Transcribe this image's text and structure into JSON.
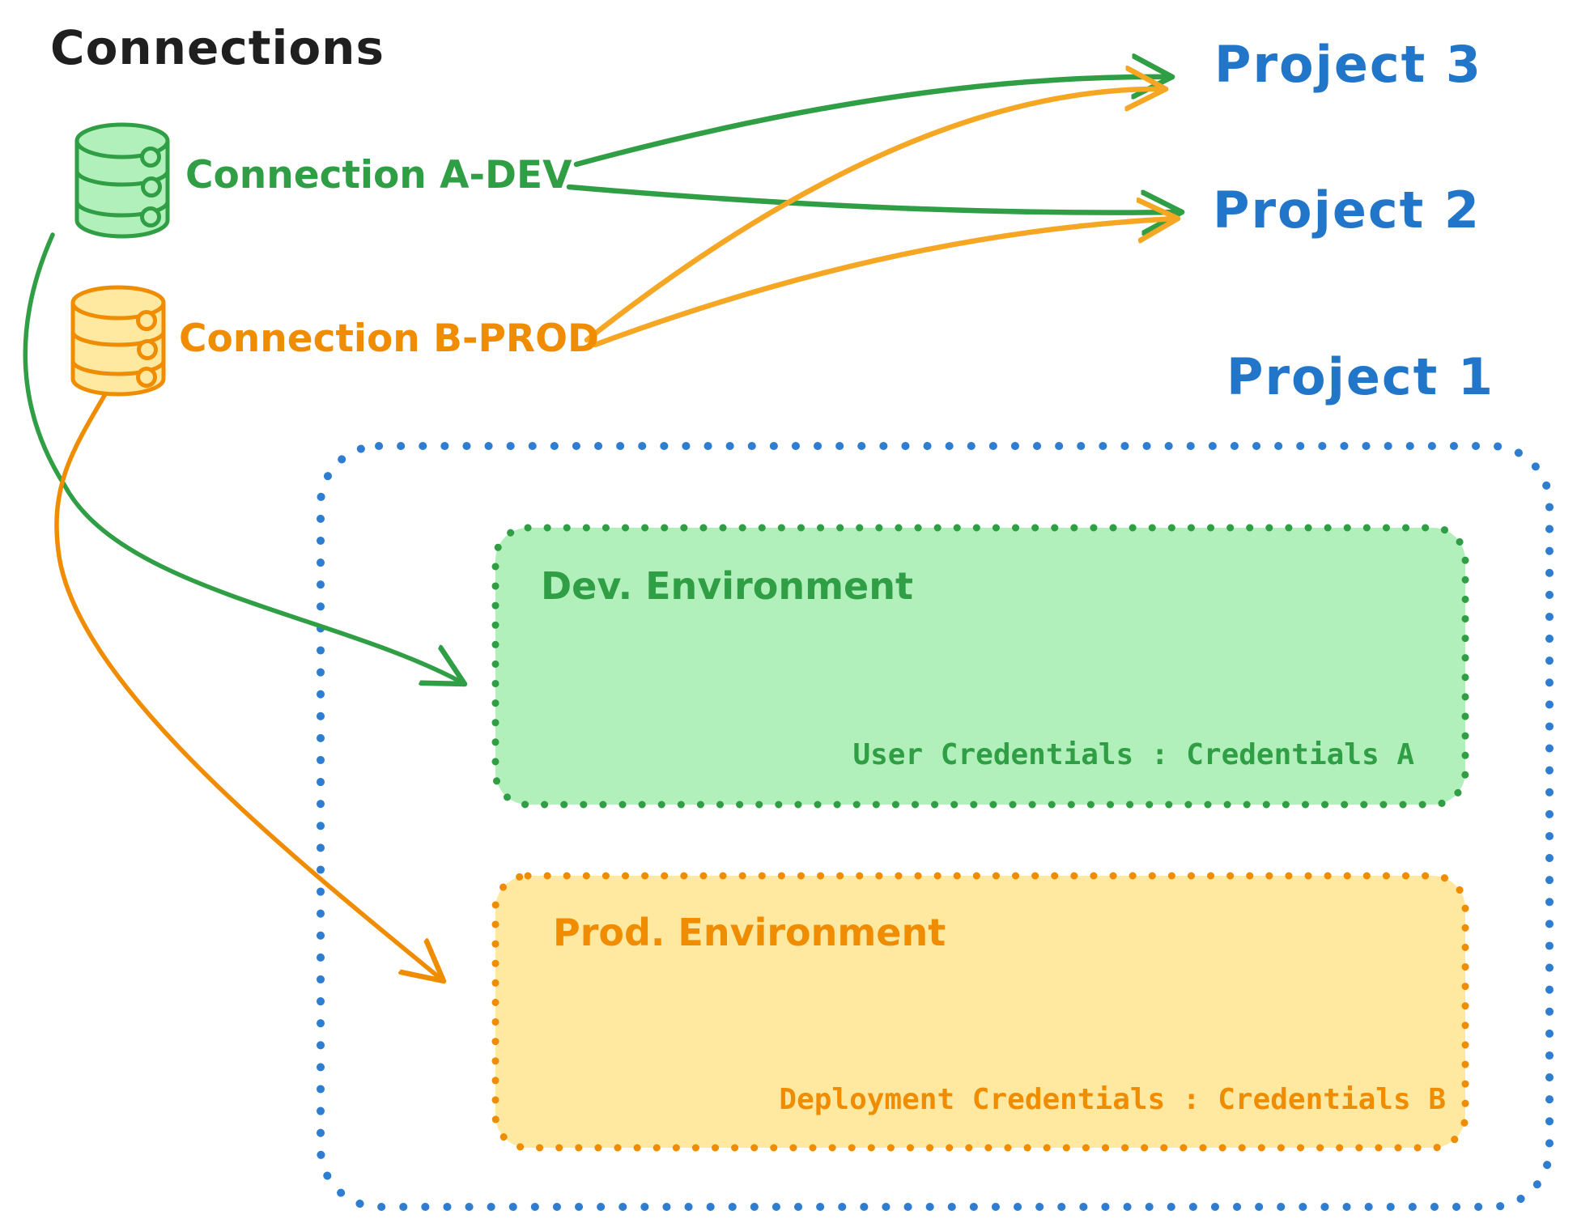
{
  "title": "Connections",
  "connections": [
    {
      "label": "Connection A-DEV",
      "kind": "dev",
      "icon": "database-icon"
    },
    {
      "label": "Connection B-PROD",
      "kind": "prod",
      "icon": "database-icon"
    }
  ],
  "projects": [
    {
      "label": "Project 3"
    },
    {
      "label": "Project 2"
    },
    {
      "label": "Project 1"
    }
  ],
  "project1_detail": {
    "environments": [
      {
        "name": "Dev. Environment",
        "credentials": "User Credentials : Credentials A"
      },
      {
        "name": "Prod. Environment",
        "credentials": "Deployment Credentials : Credentials B"
      }
    ]
  },
  "edges": [
    {
      "from": "Connection A-DEV",
      "to": "Project 3",
      "style": "straight-arrow"
    },
    {
      "from": "Connection A-DEV",
      "to": "Project 2",
      "style": "straight-arrow"
    },
    {
      "from": "Connection B-PROD",
      "to": "Project 3",
      "style": "straight-arrow"
    },
    {
      "from": "Connection B-PROD",
      "to": "Project 2",
      "style": "straight-arrow"
    },
    {
      "from": "Connection A-DEV",
      "to": "Dev. Environment",
      "style": "curved-arrow"
    },
    {
      "from": "Connection B-PROD",
      "to": "Prod. Environment",
      "style": "curved-arrow"
    }
  ],
  "colors": {
    "ink": "#1f1f1f",
    "green": "#2f9e44",
    "green_fill": "#b2f0bb",
    "orange": "#f08c00",
    "orange_fill": "#ffe9a0",
    "amber_arrow": "#f5a623",
    "blue_text": "#2176c9",
    "blue_border": "#2e7dd1"
  }
}
